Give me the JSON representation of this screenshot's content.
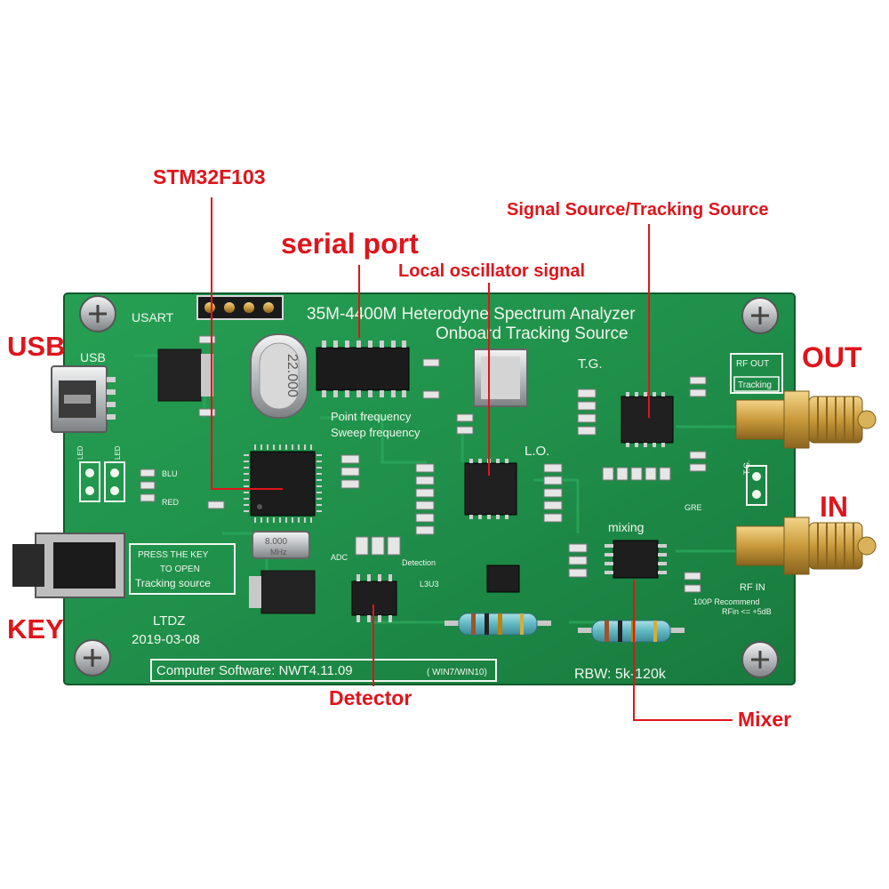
{
  "callouts": {
    "usb": "USB",
    "stm32": "STM32F103",
    "serial_port": "serial port",
    "local_oscillator": "Local oscillator signal",
    "signal_source": "Signal Source/Tracking Source",
    "out": "OUT",
    "in": "IN",
    "key": "KEY",
    "detector": "Detector",
    "mixer": "Mixer"
  },
  "silkscreen": {
    "title_line1": "35M-4400M Heterodyne Spectrum Analyzer",
    "title_line2": "Onboard Tracking Source",
    "usart": "USART",
    "usb": "USB",
    "point_frequency": "Point frequency",
    "sweep_frequency": "Sweep frequency",
    "tg": "T.G.",
    "lo": "L.O.",
    "mixing": "mixing",
    "rf_out": "RF OUT",
    "tracking": "Tracking",
    "rf_in": "RF IN",
    "recommend_line1": "100P Recommend",
    "recommend_line2": "RFin <= +5dB",
    "press_key_line1": "PRESS THE KEY",
    "press_key_line2": "TO OPEN",
    "press_key_line3": "Tracking source",
    "ltdz": "LTDZ",
    "date": "2019-03-08",
    "computer_software": "Computer Software: NWT4.11.09",
    "os_note": "( WIN7/WIN10)",
    "rbw": "RBW: 5k-120k",
    "detection": "Detection",
    "adc": "ADC",
    "crystal_main": "22.000",
    "crystal_mcu": "8.000",
    "crystal_mcu_unit": "MHz",
    "led1": "LED",
    "led2": "LED",
    "blu": "BLU",
    "red": "RED",
    "tg_side": "T.G.",
    "l3u3": "L3U3",
    "gre": "GRE"
  },
  "colors": {
    "pcb": "#1f8f4a",
    "callout": "#e0141b",
    "silk": "#f2f7ef"
  }
}
